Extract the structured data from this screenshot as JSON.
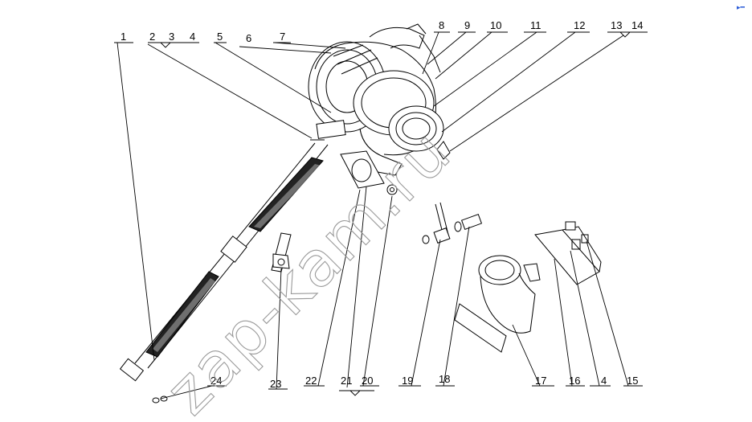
{
  "diagram": {
    "watermark": "zap-kam.ru",
    "corner_mark": "▸━",
    "callouts": [
      {
        "id": "c1",
        "text": "1"
      },
      {
        "id": "c2",
        "text": "2"
      },
      {
        "id": "c3",
        "text": "3"
      },
      {
        "id": "c4",
        "text": "4"
      },
      {
        "id": "c5",
        "text": "5"
      },
      {
        "id": "c6",
        "text": "6"
      },
      {
        "id": "c7",
        "text": "7"
      },
      {
        "id": "c8",
        "text": "8"
      },
      {
        "id": "c9",
        "text": "9"
      },
      {
        "id": "c10",
        "text": "10"
      },
      {
        "id": "c11",
        "text": "11"
      },
      {
        "id": "c12",
        "text": "12"
      },
      {
        "id": "c13",
        "text": "13"
      },
      {
        "id": "c14",
        "text": "14"
      },
      {
        "id": "c15",
        "text": "15"
      },
      {
        "id": "c16",
        "text": "16"
      },
      {
        "id": "c4b",
        "text": "4"
      },
      {
        "id": "c17",
        "text": "17"
      },
      {
        "id": "c18",
        "text": "18"
      },
      {
        "id": "c19",
        "text": "19"
      },
      {
        "id": "c20",
        "text": "20"
      },
      {
        "id": "c21",
        "text": "21"
      },
      {
        "id": "c22",
        "text": "22"
      },
      {
        "id": "c23",
        "text": "23"
      },
      {
        "id": "c24",
        "text": "24"
      }
    ]
  }
}
